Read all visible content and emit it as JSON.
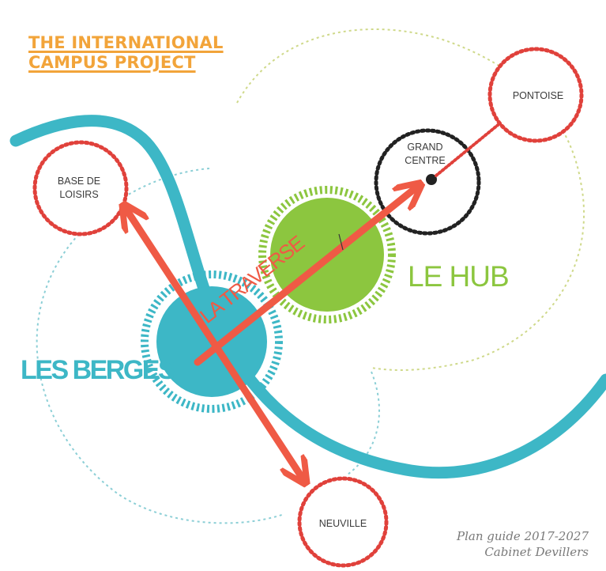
{
  "title": {
    "line1": "THE INTERNATIONAL",
    "line2": "CAMPUS PROJECT",
    "color": "#f2a43a"
  },
  "nodes": {
    "pontoise": "PONTOISE",
    "grand_centre_line1": "GRAND",
    "grand_centre_line2": "CENTRE",
    "base_de_loisirs_line1": "BASE DE",
    "base_de_loisirs_line2": "LOISIRS",
    "neuville": "NEUVILLE"
  },
  "zones": {
    "le_hub": "LE HUB",
    "les_berges": "LES BERGES",
    "la_traverse": "LA TRAVERSE"
  },
  "caption": {
    "line1": "Plan guide 2017-2027",
    "line2": "Cabinet Devillers"
  },
  "colors": {
    "river": "#3db7c6",
    "arrow": "#ef5a45",
    "hub": "#8cc63f",
    "berges": "#3db7c6",
    "node_ring": "#e0413b",
    "grand_centre_ring": "#222222",
    "dashed_zone": "#cfd98a"
  }
}
